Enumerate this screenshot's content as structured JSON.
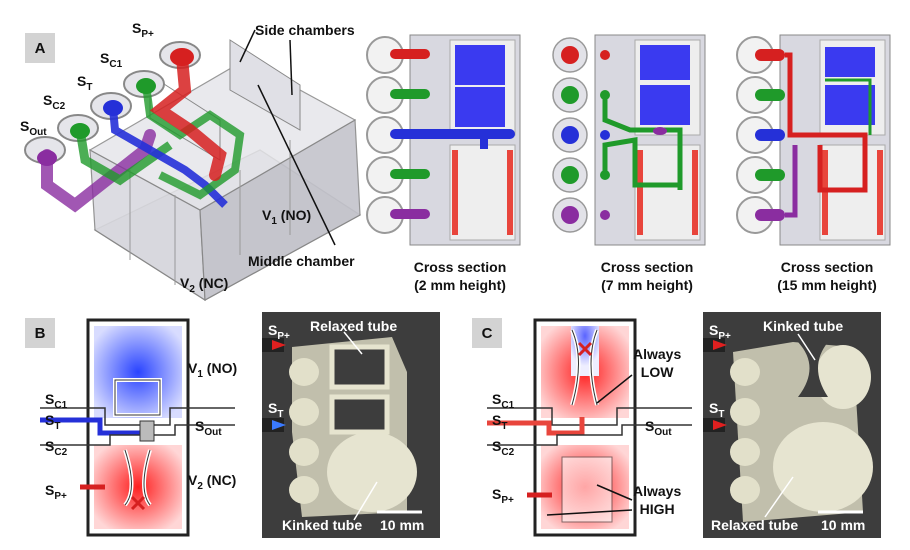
{
  "panels": {
    "a": "A",
    "b": "B",
    "c": "C"
  },
  "panel_a": {
    "port_prefix": "S",
    "ports": [
      "P+",
      "C1",
      "T",
      "C2",
      "Out"
    ],
    "side_chambers": "Side chambers",
    "middle_chamber": "Middle chamber",
    "v1_base": "V",
    "v1_sub": "1",
    "v1_suffix": " (NO)",
    "v2_base": "V",
    "v2_sub": "2",
    "v2_suffix": " (NC)"
  },
  "cross_sections": [
    {
      "title": "Cross section",
      "detail": "(2 mm height)"
    },
    {
      "title": "Cross section",
      "detail": "(7 mm height)"
    },
    {
      "title": "Cross section",
      "detail": "(15 mm height)"
    }
  ],
  "panel_b": {
    "labels": {
      "sc1": "C1",
      "st": "T",
      "sc2": "C2",
      "sout": "Out",
      "sp": "P+"
    },
    "v1": {
      "base": "V",
      "sub": "1",
      "suffix": " (NO)"
    },
    "v2": {
      "base": "V",
      "sub": "2",
      "suffix": " (NC)"
    },
    "photo": {
      "top_label": "Relaxed tube",
      "bottom_label": "Kinked tube",
      "scale": "10 mm",
      "sp": "P+",
      "st": "T"
    }
  },
  "panel_c": {
    "labels": {
      "sc1": "C1",
      "st": "T",
      "sc2": "C2",
      "sout": "Out",
      "sp": "P+"
    },
    "always_low": [
      "Always",
      "LOW"
    ],
    "always_high": [
      "Always",
      "HIGH"
    ],
    "photo": {
      "top_label": "Kinked tube",
      "bottom_label": "Relaxed tube",
      "scale": "10 mm",
      "sp": "P+",
      "st": "T"
    }
  },
  "colors": {
    "red": "#d62020",
    "green": "#1f9a2a",
    "blue": "#2530d8",
    "purple": "#8a2da0",
    "chamber_blue": "#3a3af0",
    "chamber_red": "#e8453c"
  }
}
